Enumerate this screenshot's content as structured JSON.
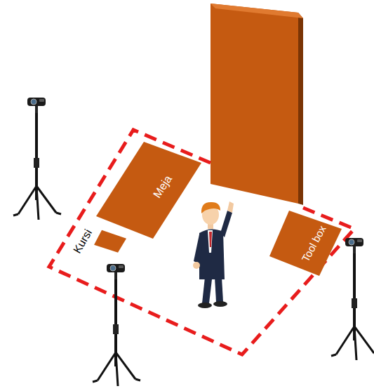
{
  "diagram": {
    "nodes": [
      {
        "text": [
          "Meja"
        ]
      },
      {
        "text": [
          "Kursi"
        ]
      },
      {
        "text": [
          "Tool box"
        ]
      }
    ]
  }
}
